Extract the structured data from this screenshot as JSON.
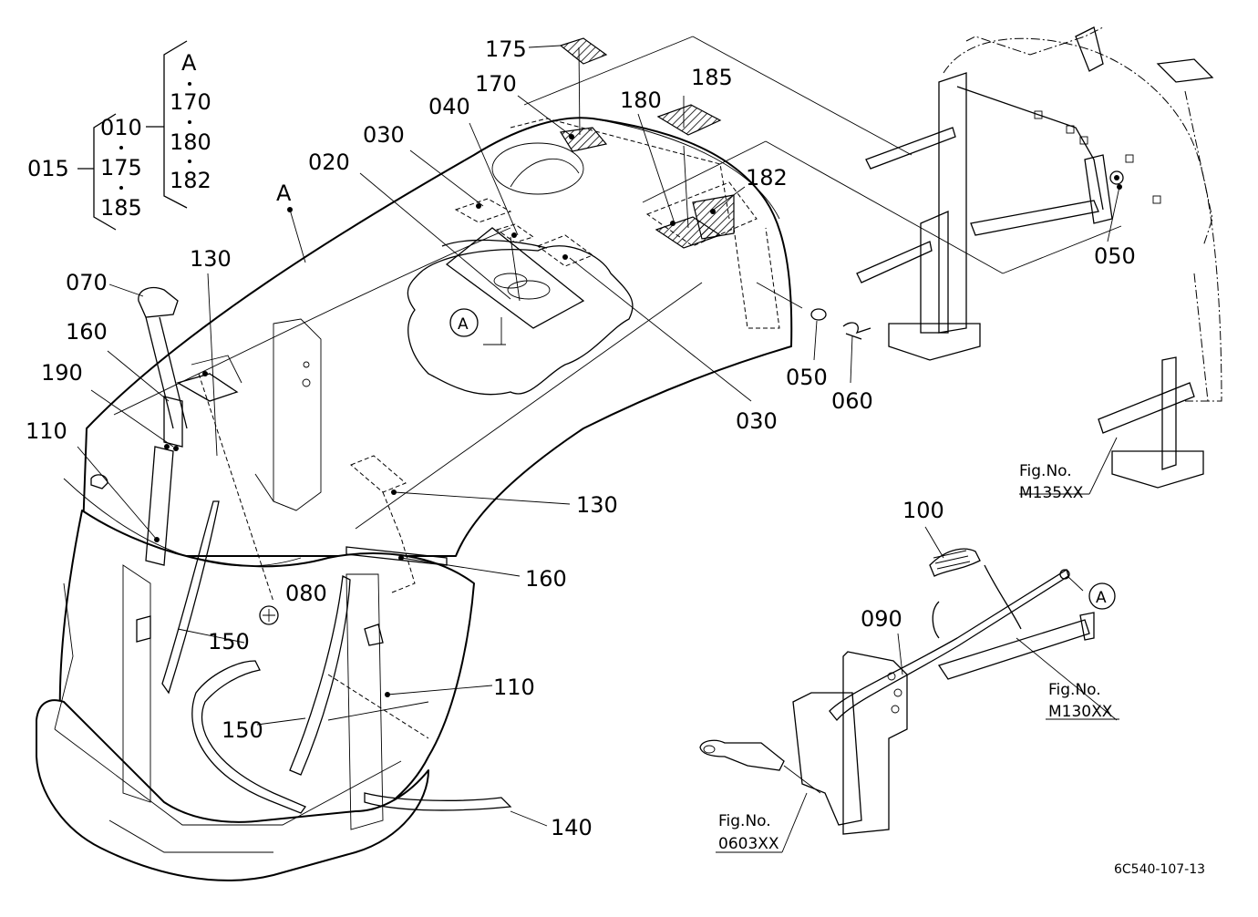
{
  "bom": {
    "parent": "015",
    "group1": [
      "010",
      "175",
      "185"
    ],
    "group2": [
      "A",
      "170",
      "180",
      "182"
    ]
  },
  "labels": {
    "p175": "175",
    "p170": "170",
    "p040": "040",
    "p180": "180",
    "p185": "185",
    "p182": "182",
    "p030a": "030",
    "p020": "020",
    "pA": "A",
    "p130a": "130",
    "p070": "070",
    "p160a": "160",
    "p190": "190",
    "p110a": "110",
    "p050a": "050",
    "p050b": "050",
    "p060": "060",
    "p030b": "030",
    "p130b": "130",
    "p160b": "160",
    "p080": "080",
    "p150a": "150",
    "p110b": "110",
    "p150b": "150",
    "p140": "140",
    "p100": "100",
    "p090": "090"
  },
  "circled": {
    "inner": "A",
    "side": "A"
  },
  "fig_refs": {
    "m135": {
      "line1": "Fig.No.",
      "line2": "M135XX"
    },
    "m130": {
      "line1": "Fig.No.",
      "line2": "M130XX"
    },
    "f0603": {
      "line1": "Fig.No.",
      "line2": "0603XX"
    }
  },
  "drawing_code": "6C540-107-13"
}
